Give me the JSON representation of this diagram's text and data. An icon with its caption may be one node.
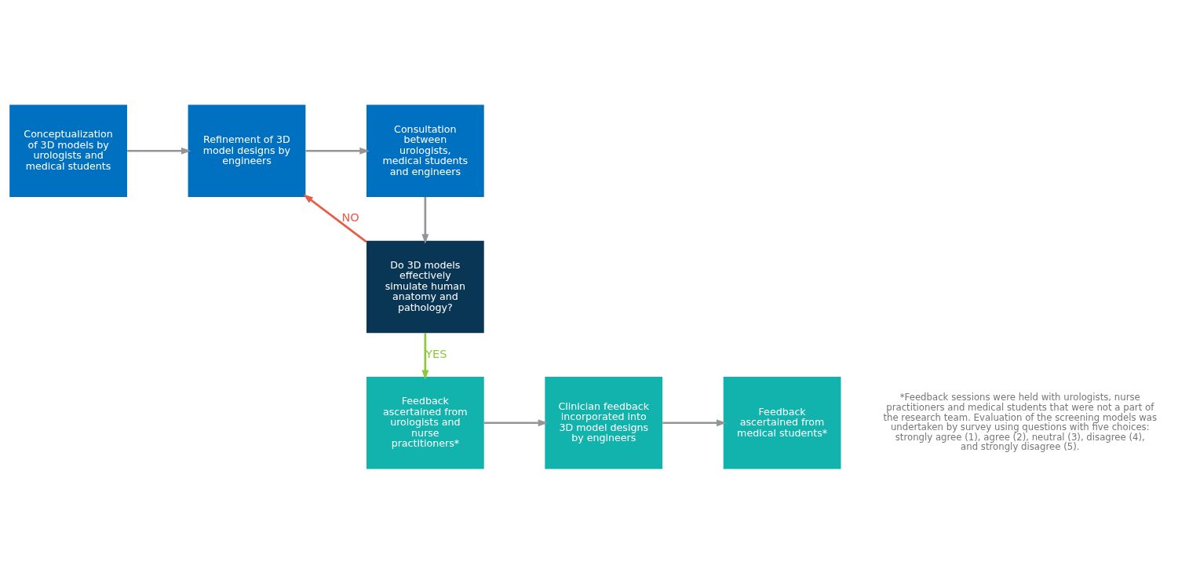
{
  "diagram": {
    "nodes": [
      {
        "text": [
          "Conceptualization of 3D models by urologists and medical students"
        ]
      },
      {
        "text": [
          "Refinement of 3D model designs by engineers"
        ]
      },
      {
        "text": [
          "Consultation between urologists, medical students and engineers"
        ]
      },
      {
        "text": [
          "Do 3D models effectively simulate human anatomy and pathology?"
        ]
      },
      {
        "text": [
          "Feedback ascertained from urologists and nurse practitioners*"
        ]
      },
      {
        "text": [
          "Clinician feedback incorporated into 3D model designs by engineers"
        ]
      },
      {
        "text": [
          "Feedback ascertained from medical students*"
        ]
      }
    ],
    "edges": [
      {
        "from": 0,
        "to": 1,
        "arrow": "to"
      },
      {
        "from": 1,
        "to": 2,
        "arrow": "to"
      },
      {
        "from": 2,
        "to": 3,
        "arrow": "to"
      },
      {
        "from": 3,
        "to": 1,
        "arrow": "to",
        "label": "NO",
        "color": "#e85c4a"
      },
      {
        "from": 3,
        "to": 4,
        "arrow": "to",
        "label": "YES",
        "color": "#8dc63f"
      },
      {
        "from": 4,
        "to": 5,
        "arrow": "to"
      },
      {
        "from": 5,
        "to": 6,
        "arrow": "to"
      }
    ],
    "labels": [
      "*Feedback sessions were held with urologists, nurse practitioners and medical students that were not a part of the research team. Evaluation of the screening models was undertaken by survey using questions with five choices: strongly agree (1), agree (2), neutral (3), disagree (4), and strongly disagree (5)."
    ]
  }
}
